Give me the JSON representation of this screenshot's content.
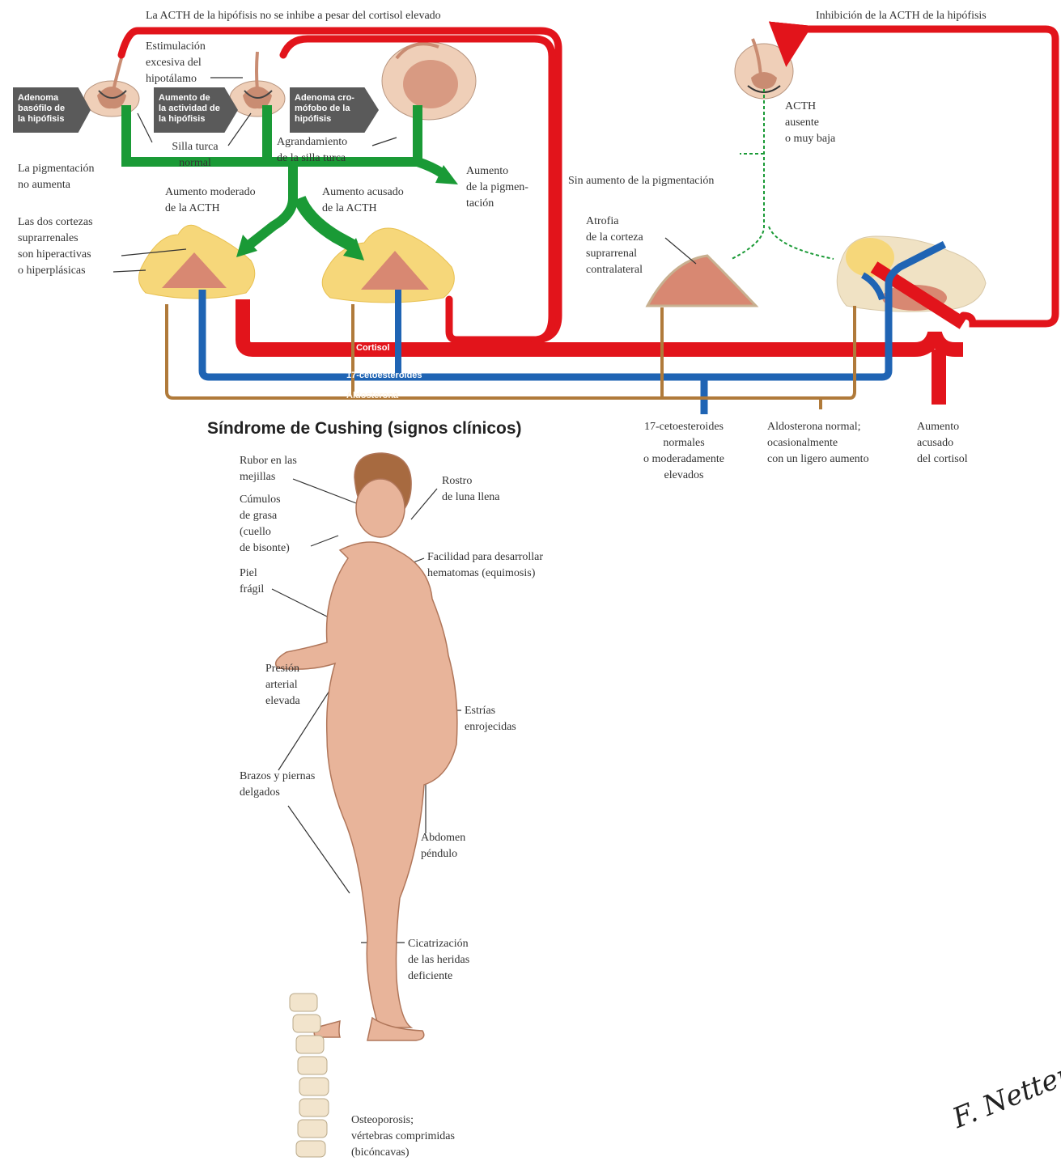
{
  "header": {
    "left_caption": "La ACTH de la hipófisis no se inhibe a pesar del cortisol elevado",
    "right_caption": "Inhibición de la ACTH de la hipófisis"
  },
  "chevrons": [
    "Adenoma\nbasófilo de\nla hipófisis",
    "Aumento de\nla actividad de\nla hipófisis",
    "Adenoma cro-\nmófobo de la\nhipófisis"
  ],
  "labels": {
    "hypothalamus": "Estimulación\nexcesiva del\nhipotálamo",
    "sella_normal": "Silla turca\nnormal",
    "sella_enlarged": "Agrandamiento\nde la silla turca",
    "pigment_no": "La pigmentación\nno aumenta",
    "pigment_up": "Aumento\nde la pigmen-\ntación",
    "acth_moderate": "Aumento moderado\nde la ACTH",
    "acth_marked": "Aumento acusado\nde la ACTH",
    "cortices": "Las dos cortezas\nsuprarrenales\nson hiperactivas\no hiperplásicas",
    "acth_absent": "ACTH\nausente\no muy baja",
    "no_pigment": "Sin aumento de la pigmentación",
    "atrophy": "Atrofia\nde la corteza\nsuprarrenal\ncontralateral",
    "ketosteroids_normal": "17-cetoesteroides\nnormales\no moderadamente\nelevados",
    "aldosterone_normal": "Aldosterona normal;\nocasionalmente\ncon un ligero aumento",
    "cortisol_marked": "Aumento\nacusado\ndel cortisol"
  },
  "pathways": {
    "cortisol": "Cortisol",
    "ketosteroids": "17-cetoesteroides",
    "aldosterone": "Aldosterona"
  },
  "clinical": {
    "title": "Síndrome de Cushing (signos clínicos)",
    "signs": {
      "cheeks": "Rubor en las\nmejillas",
      "moon_face": "Rostro\nde luna llena",
      "fat": "Cúmulos\nde grasa\n(cuello\nde bisonte)",
      "bruising": "Facilidad para desarrollar\nhematomas (equimosis)",
      "skin": "Piel\nfrágil",
      "bp": "Presión\narterial\nelevada",
      "striae": "Estrías\nenrojecidas",
      "limbs": "Brazos y piernas\ndelgados",
      "abdomen": "Abdomen\npéndulo",
      "healing": "Cicatrización\nde las heridas\ndeficiente",
      "osteo": "Osteoporosis;\nvértebras comprimidas\n(bicóncavas)"
    }
  },
  "signature": "F. Netter M.D.",
  "colors": {
    "cortisol": "#e2141b",
    "acth": "#1a9a36",
    "ketosteroids": "#1f64b4",
    "aldosterone": "#b07a3a",
    "gland_fat": "#f6d77a",
    "gland_cortex": "#d88872",
    "skin": "#e8b49a"
  }
}
